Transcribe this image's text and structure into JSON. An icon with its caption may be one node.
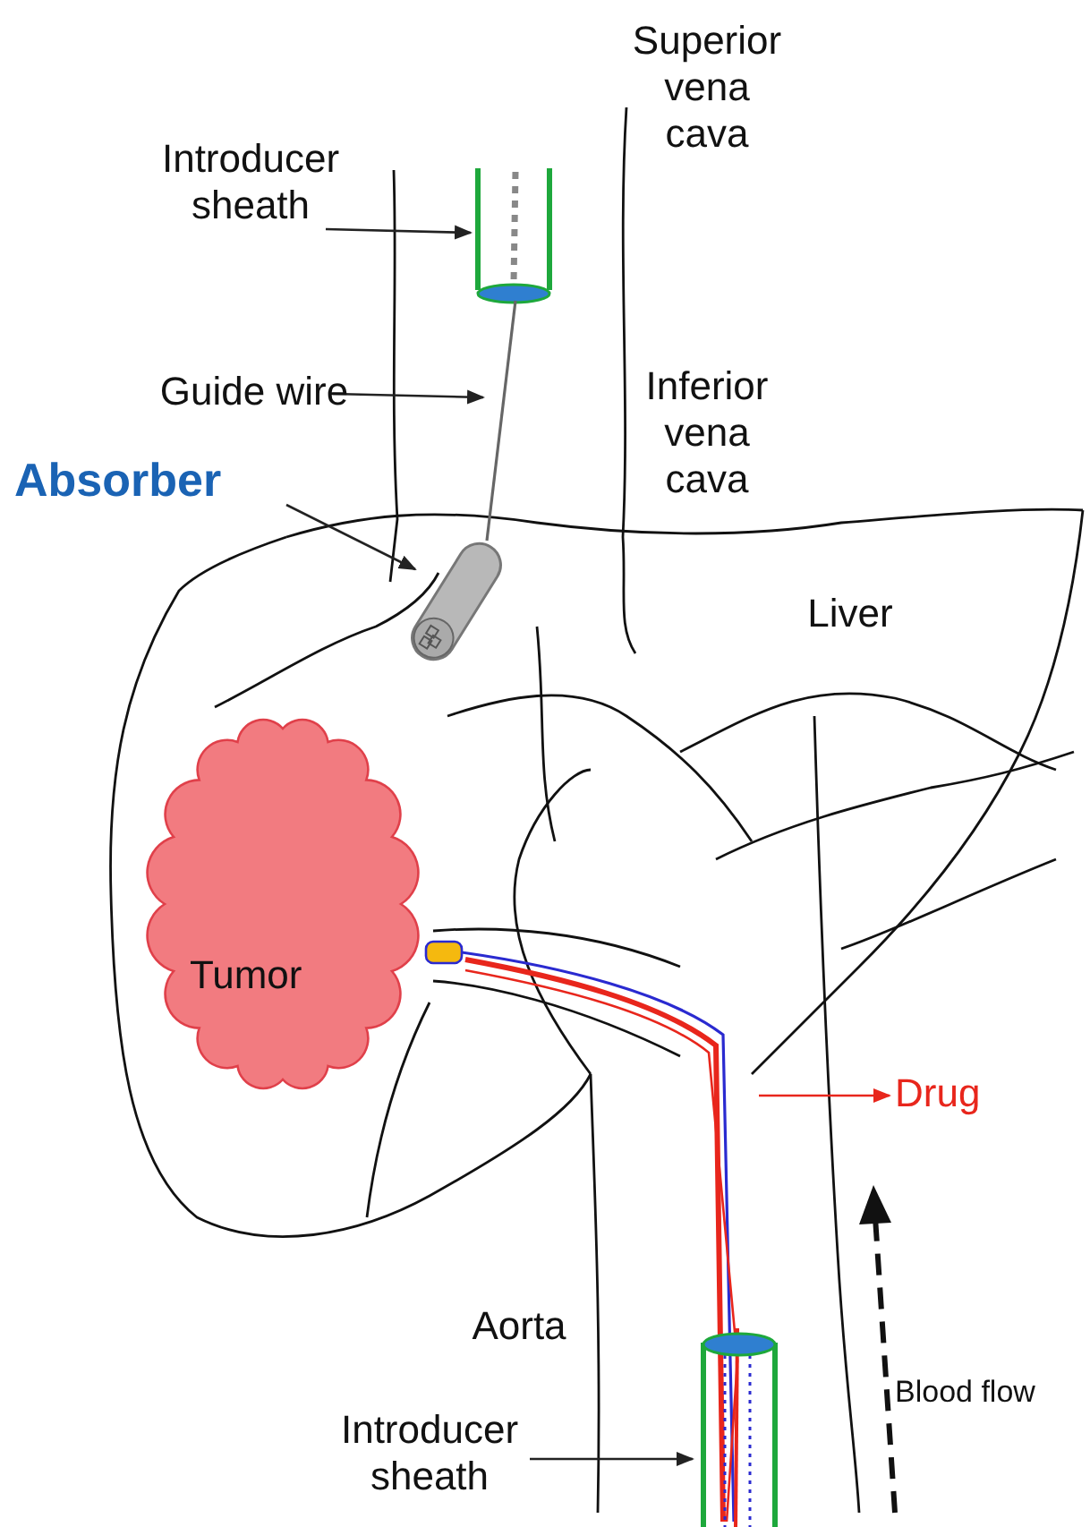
{
  "diagram": {
    "nodes": [
      {
        "text": [
          "Introducer sheath"
        ]
      },
      {
        "text": [],
        "shape": "cylinder"
      },
      {
        "text": [
          "Guide wire"
        ]
      },
      {
        "text": [],
        "shape": "line"
      },
      {
        "text": [
          "Absorber"
        ]
      },
      {
        "text": [],
        "shape": "cylinder"
      },
      {
        "text": [
          "Tumor"
        ]
      },
      {
        "text": [],
        "shape": "line"
      },
      {
        "text": [
          "Drug"
        ]
      },
      {
        "text": [
          "Introducer sheath"
        ]
      },
      {
        "text": [],
        "shape": "cylinder"
      }
    ],
    "edges": [
      {
        "from": 0,
        "to": 1,
        "arrow": "to"
      },
      {
        "from": 2,
        "to": 3,
        "arrow": "to"
      },
      {
        "from": 4,
        "to": 5,
        "arrow": "to"
      },
      {
        "from": 7,
        "to": 8,
        "arrow": "to",
        "color": "#e8261c"
      },
      {
        "from": 9,
        "to": 10,
        "arrow": "to"
      }
    ],
    "labels": [
      "Superior vena cava",
      "Inferior vena cava",
      "Liver",
      "Aorta",
      "Blood flow"
    ]
  }
}
